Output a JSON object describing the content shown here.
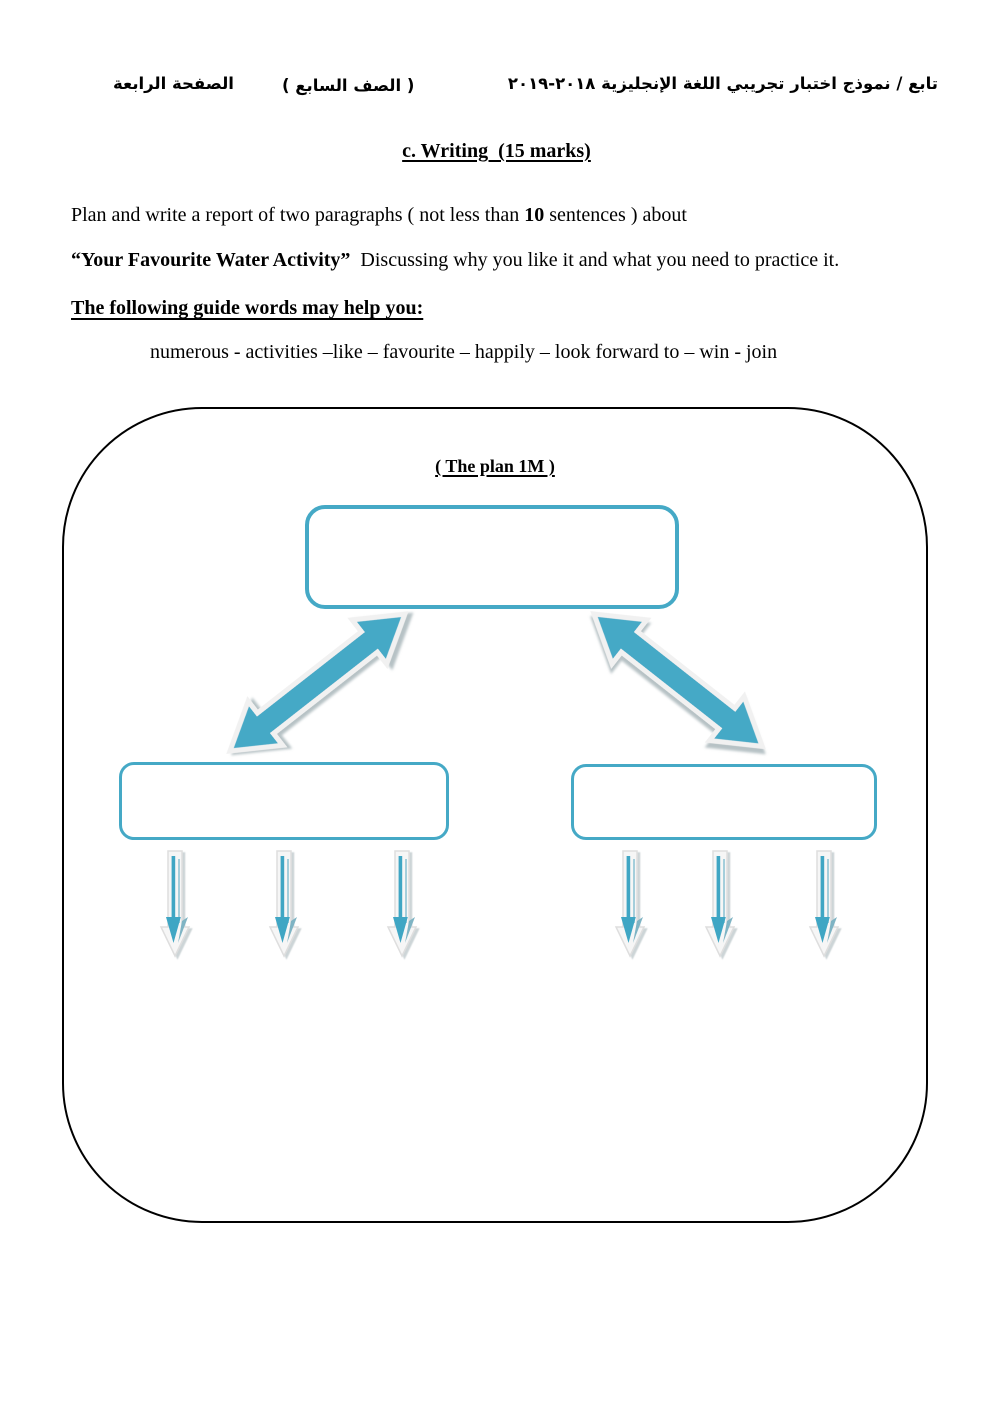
{
  "header": {
    "exam_title": "تابع / نموذج اختبار تجريبي اللغة الإنجليزية  ٢٠١٨-٢٠١٩",
    "class_label": "( الصف السابع )",
    "page_label": "الصفحة الرابعة"
  },
  "section_title": "c. Writing  (15 marks)",
  "task": {
    "line1_prefix": "Plan and write a report of two paragraphs ( not less than ",
    "line1_bold": "10",
    "line1_suffix": " sentences ) about",
    "topic_bold": "“Your Favourite Water Activity”",
    "topic_rest": "  Discussing why you like it and what you need to practice it."
  },
  "guide": {
    "heading": "The following guide words may help you:",
    "words": "numerous - activities –like – favourite – happily – look forward to – win - join"
  },
  "plan": {
    "title": "( The plan 1M )",
    "marks": "1M",
    "top_box_value": "",
    "left_box_value": "",
    "right_box_value": ""
  },
  "colors": {
    "accent_teal": "#45A9C6",
    "arrow_outline": "#F2F2F2",
    "shadow_gray": "#9AA8AC",
    "frame_border": "#000000"
  }
}
